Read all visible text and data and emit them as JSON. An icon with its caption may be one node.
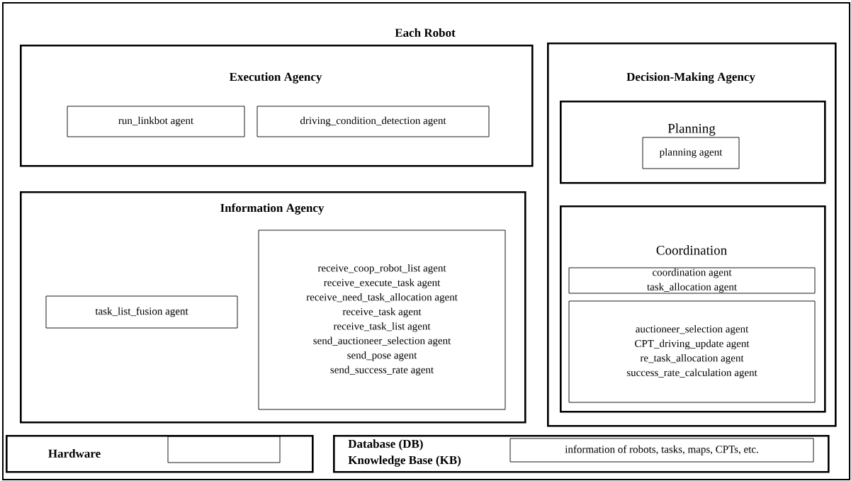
{
  "diagram": {
    "nodes": [
      {
        "text": [
          "Each Robot"
        ]
      },
      {
        "text": [
          "Execution Agency"
        ],
        "in": 0
      },
      {
        "text": [
          "run_linkbot agent"
        ],
        "in": 1
      },
      {
        "text": [
          "driving_condition_detection agent"
        ],
        "in": 1
      },
      {
        "text": [
          "Information Agency"
        ],
        "in": 0
      },
      {
        "text": [
          "task_list_fusion agent"
        ],
        "in": 4
      },
      {
        "text": [
          "receive_coop_robot_list agent",
          "receive_execute_task agent",
          "receive_need_task_allocation agent",
          "receive_task agent",
          "receive_task_list agent",
          "send_auctioneer_selection agent",
          "send_pose agent",
          "send_success_rate agent"
        ],
        "in": 4
      },
      {
        "text": [
          "Decision-Making Agency"
        ],
        "in": 0
      },
      {
        "text": [
          "Planning"
        ],
        "in": 7
      },
      {
        "text": [
          "planning agent"
        ],
        "in": 8
      },
      {
        "text": [
          "Coordination"
        ],
        "in": 7
      },
      {
        "text": [
          "coordination agent",
          "task_allocation agent"
        ],
        "in": 10
      },
      {
        "text": [
          "auctioneer_selection agent",
          "CPT_driving_update agent",
          "re_task_allocation agent",
          "success_rate_calculation agent"
        ],
        "in": 10
      },
      {
        "text": [
          "Hardware"
        ],
        "in": 0
      },
      {
        "text": [],
        "shape": "box",
        "in": 13
      },
      {
        "text": [
          "Database (DB)",
          "Knowledge Base (KB)"
        ],
        "in": 0
      },
      {
        "text": [
          "information of robots, tasks, maps, CPTs, etc."
        ],
        "in": 15
      }
    ]
  }
}
